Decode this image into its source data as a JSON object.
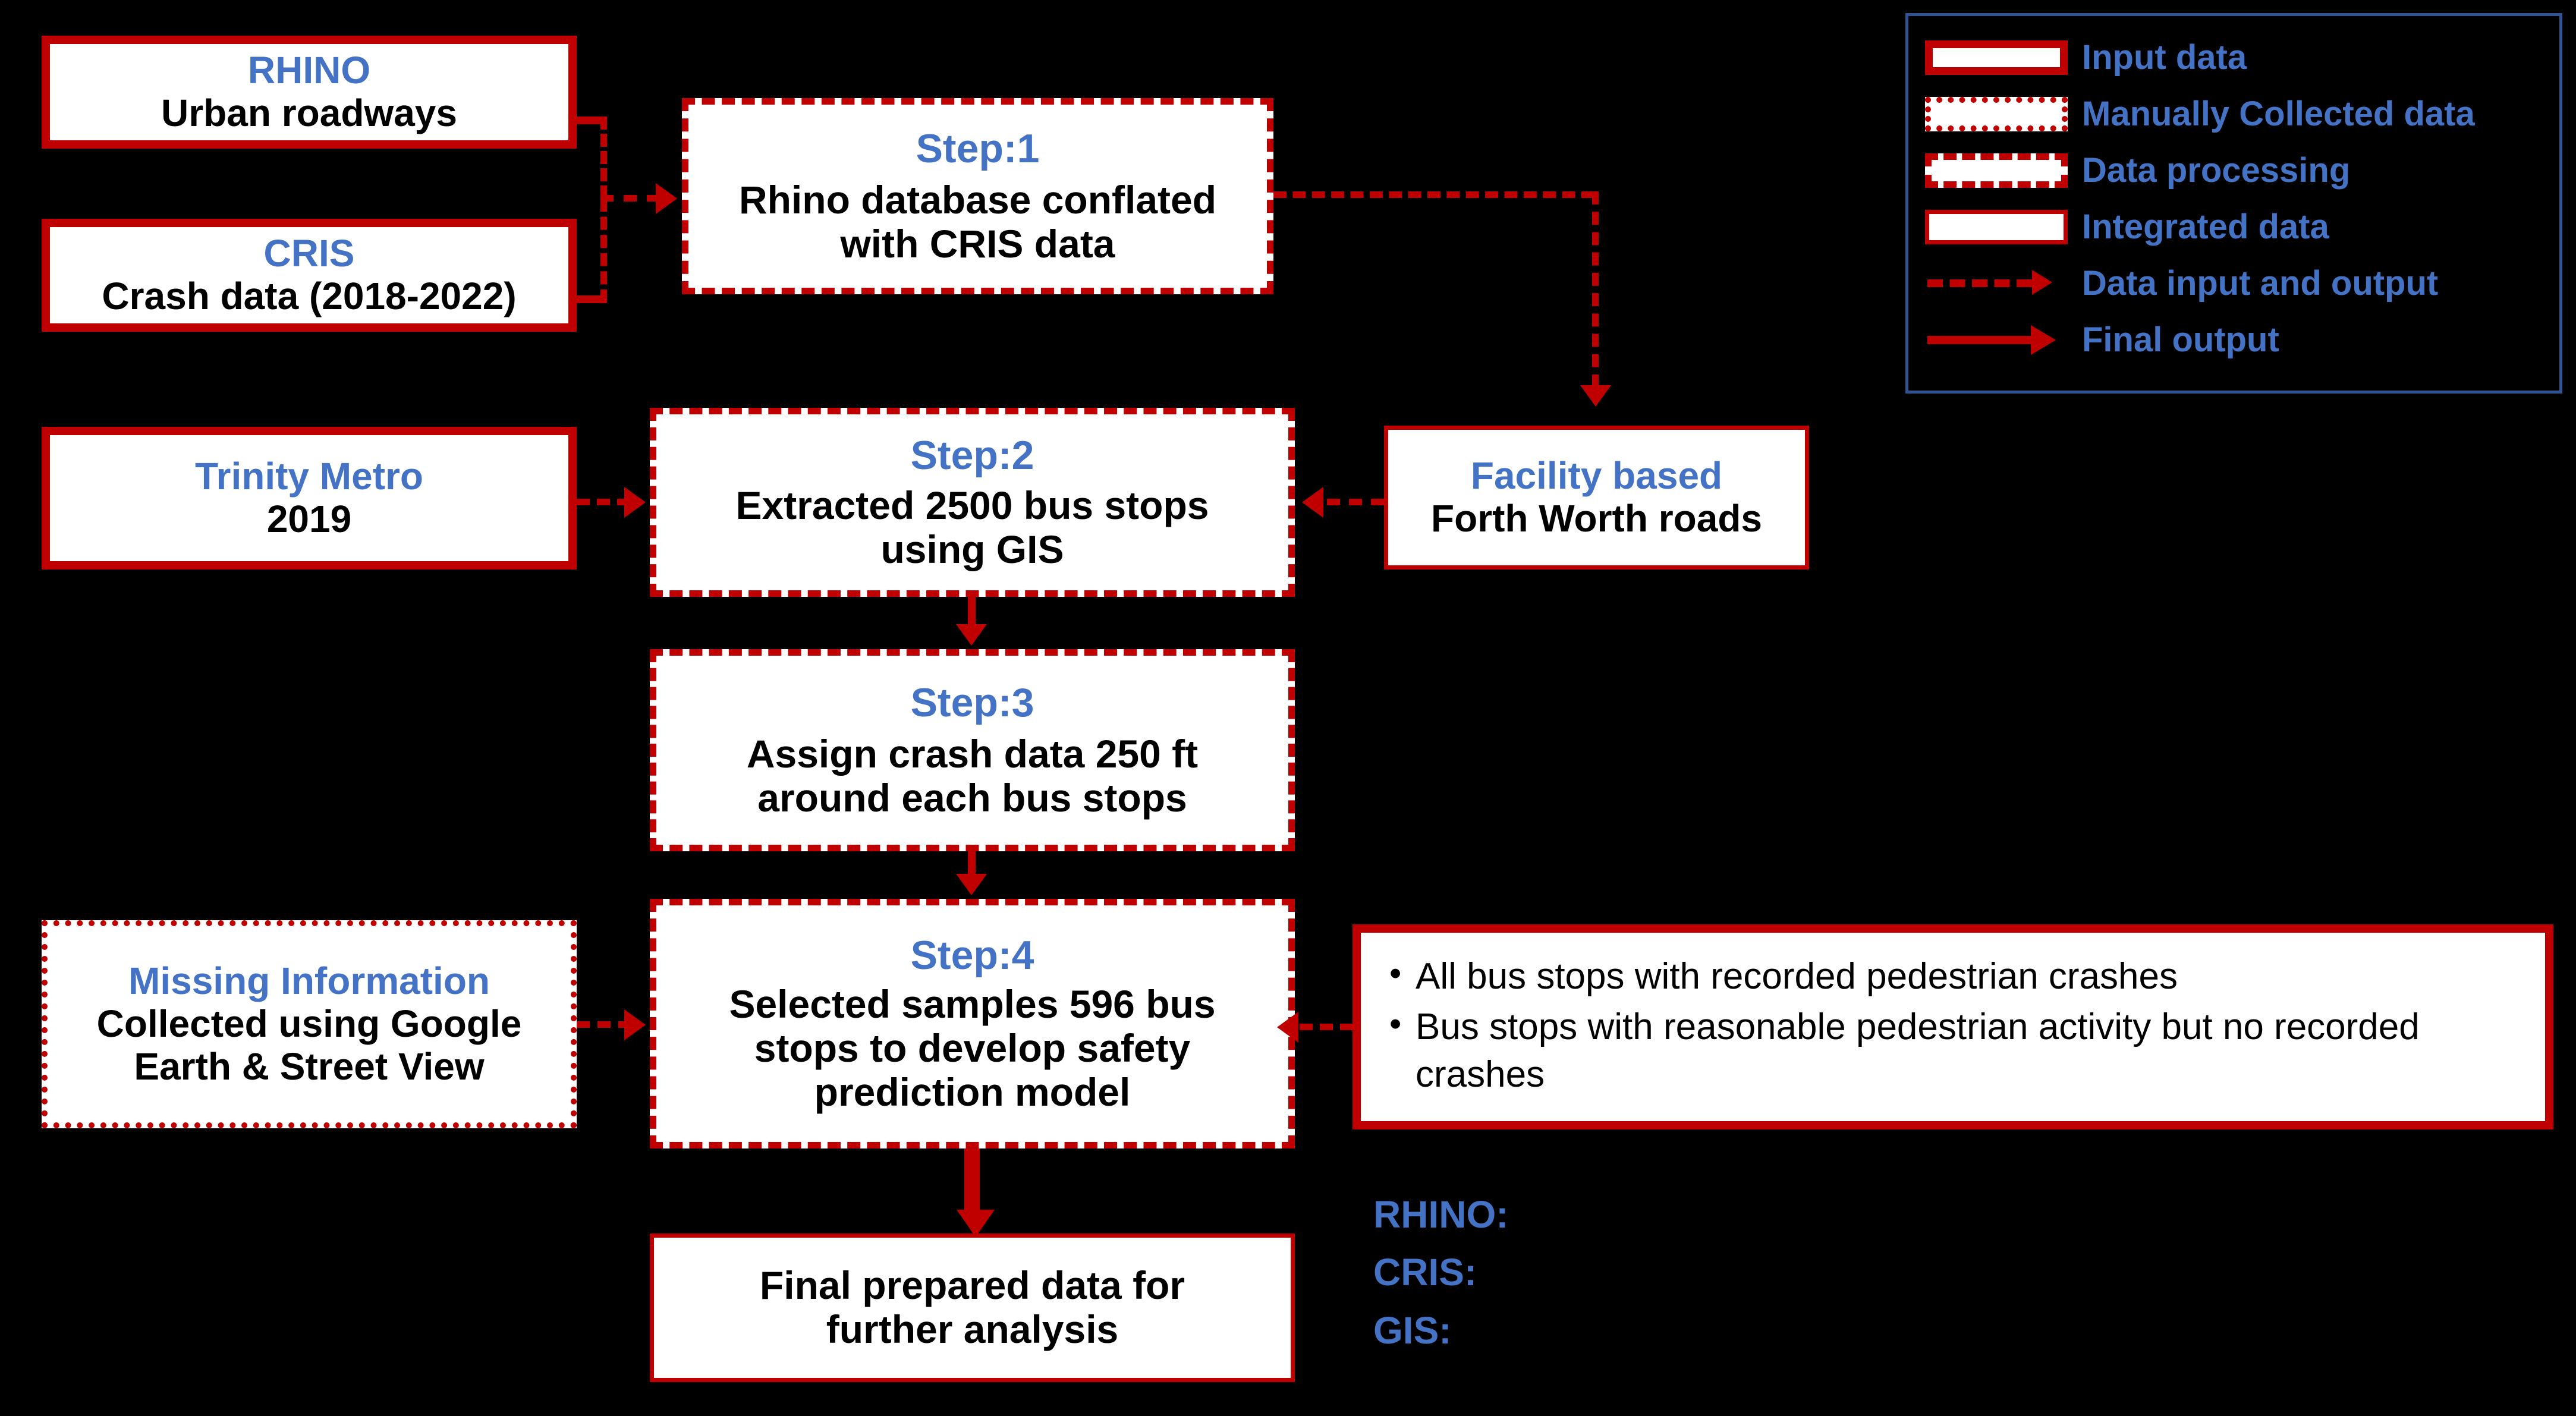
{
  "colors": {
    "background": "#000000",
    "box_fill": "#FFFFFF",
    "accent_red": "#C00000",
    "title_blue": "#4472C4",
    "legend_border_blue": "#2E5496",
    "body_text": "#000000"
  },
  "nodes": {
    "rhino": {
      "title": "RHINO",
      "body": "Urban roadways",
      "style": "input-data"
    },
    "cris": {
      "title": "CRIS",
      "body": "Crash data (2018-2022)",
      "style": "input-data"
    },
    "trinity": {
      "title": "Trinity Metro",
      "body": "2019",
      "style": "input-data"
    },
    "missing": {
      "title": "Missing Information",
      "body_line1": "Collected using  Google",
      "body_line2": "Earth & Street View",
      "style": "manually-collected-data"
    },
    "step1": {
      "title": "Step:1",
      "body_line1": "Rhino database conflated",
      "body_line2": "with CRIS data",
      "style": "data-processing"
    },
    "step2": {
      "title": "Step:2",
      "body_line1": "Extracted 2500 bus stops",
      "body_line2": "using GIS",
      "style": "data-processing"
    },
    "step3": {
      "title": "Step:3",
      "body_line1": "Assign crash data 250 ft",
      "body_line2": "around each bus stops",
      "style": "data-processing"
    },
    "step4": {
      "title": "Step:4",
      "body_line1": "Selected samples 596 bus",
      "body_line2": "stops to develop safety",
      "body_line3": "prediction model",
      "style": "data-processing"
    },
    "facility": {
      "title": "Facility based",
      "body": "Forth Worth roads",
      "style": "integrated-data"
    },
    "final": {
      "body_line1": "Final prepared data for",
      "body_line2": "further analysis",
      "style": "integrated-data"
    },
    "criteria": {
      "style": "input-data",
      "bullets": [
        "All bus stops with recorded pedestrian crashes",
        "Bus stops with reasonable pedestrian activity but no recorded crashes"
      ]
    }
  },
  "legend": {
    "items": [
      {
        "swatch": "input-data-swatch",
        "label": "Input data"
      },
      {
        "swatch": "manually-collected-data-swatch",
        "label": "Manually Collected  data"
      },
      {
        "swatch": "data-processing-swatch",
        "label": "Data processing"
      },
      {
        "swatch": "integrated-data-swatch",
        "label": "Integrated data"
      },
      {
        "swatch": "dashed-arrow-swatch",
        "label": "Data input and output"
      },
      {
        "swatch": "solid-arrow-swatch",
        "label": "Final output"
      }
    ]
  },
  "abbreviations": [
    {
      "term": "RHINO:",
      "definition": ""
    },
    {
      "term": "CRIS:",
      "definition": ""
    },
    {
      "term": "GIS:",
      "definition": ""
    }
  ]
}
